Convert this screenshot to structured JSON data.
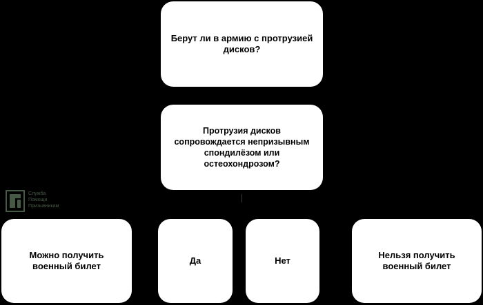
{
  "diagram": {
    "question": "Берут ли в армию с протрузией дисков?",
    "condition": "Протрузия дисков сопровождается непризывным спондилёзом или остеохондрозом?",
    "outcome_left": "Можно получить военный билет",
    "answer_yes": "Да",
    "answer_no": "Нет",
    "outcome_right": "Нельзя получить военный билет"
  },
  "watermark": {
    "lines": [
      "Служба",
      "Помощи",
      "Призывникам"
    ]
  },
  "colors": {
    "background": "#000000",
    "node_fill": "#ffffff",
    "text": "#000000",
    "logo": "#7fa37f"
  }
}
